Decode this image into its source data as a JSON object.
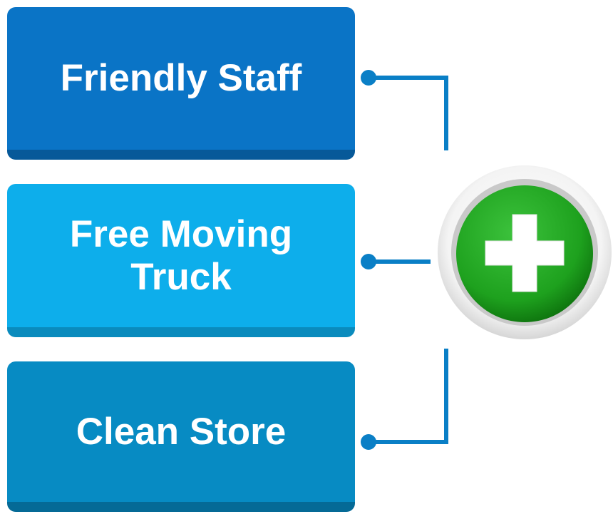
{
  "cards": [
    {
      "label": "Friendly Staff"
    },
    {
      "label": "Free Moving Truck"
    },
    {
      "label": "Clean Store"
    }
  ],
  "colors": {
    "card_1": "#0a74c6",
    "card_1_shadow": "#075999",
    "card_2": "#0daeeb",
    "card_2_shadow": "#0a8bbd",
    "card_3": "#078bc3",
    "card_3_shadow": "#056a96",
    "connector": "#0a7fc6",
    "plus_green": "#1ea11e",
    "plus_green_dark": "#0c6e0c",
    "badge_ring": "#f2f2f2"
  },
  "icons": {
    "center": "plus-icon"
  }
}
